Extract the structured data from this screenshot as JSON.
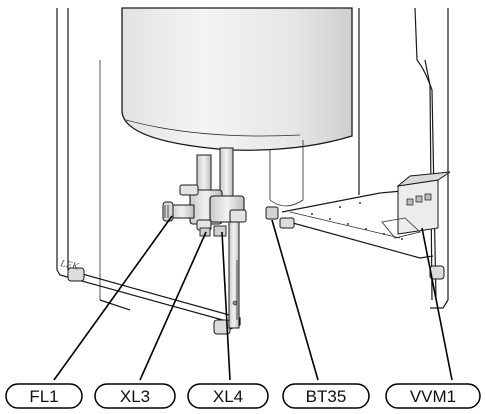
{
  "colors": {
    "tank_fill": "#eeeeee",
    "tank_shade": "#d6d6d6",
    "line": "#1a1a1a",
    "background": "#ffffff"
  },
  "labels": [
    {
      "id": "fl1",
      "text": "FL1"
    },
    {
      "id": "xl3",
      "text": "XL3"
    },
    {
      "id": "xl4",
      "text": "XL4"
    },
    {
      "id": "bt35",
      "text": "BT35"
    },
    {
      "id": "vvm1",
      "text": "VVM1"
    }
  ],
  "stamp": "LEK"
}
